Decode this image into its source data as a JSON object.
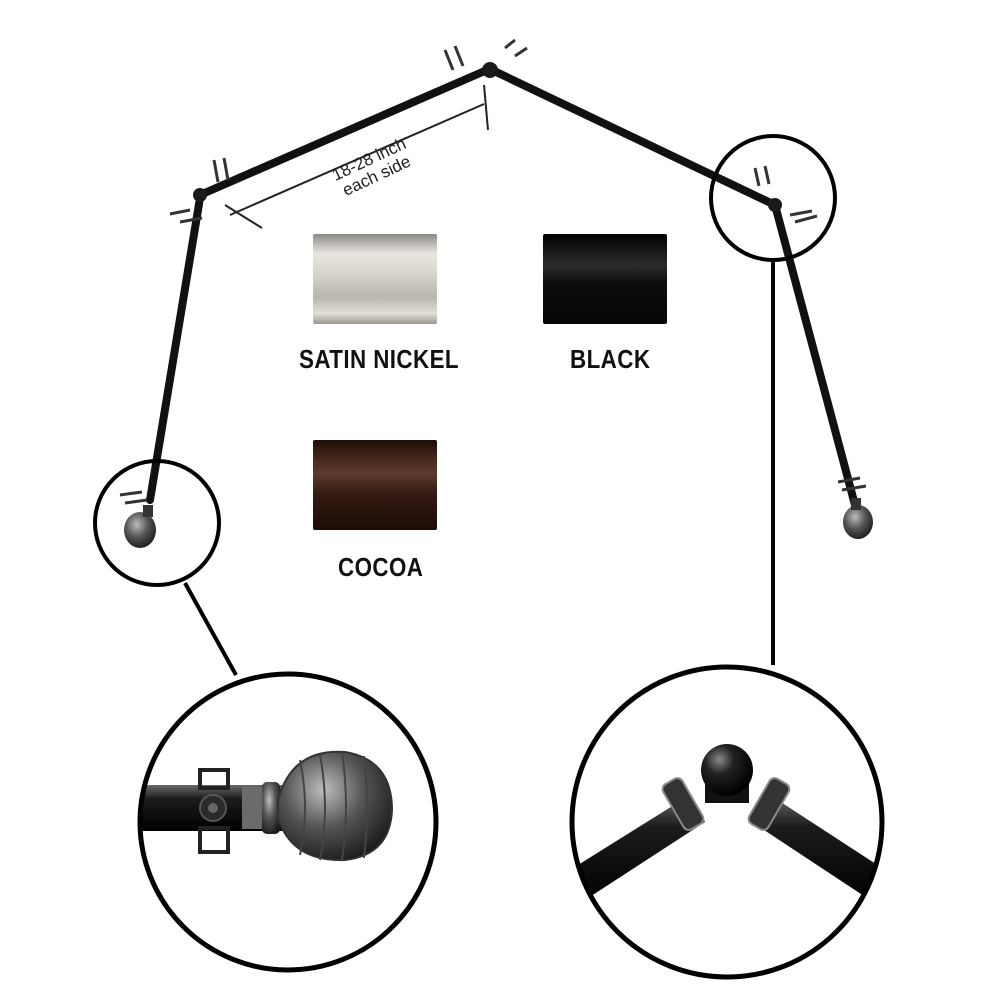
{
  "product": {
    "measurement_label_line1": "18-28 inch",
    "measurement_label_line2": "each side"
  },
  "finishes": [
    {
      "name": "SATIN NICKEL",
      "color": "#c9c6bd"
    },
    {
      "name": "BLACK",
      "color": "#0e0e0e"
    },
    {
      "name": "COCOA",
      "color": "#3b1f17"
    }
  ],
  "icons": {
    "finial_detail": "ball-finial-icon",
    "corner_detail": "corner-connector-icon"
  }
}
